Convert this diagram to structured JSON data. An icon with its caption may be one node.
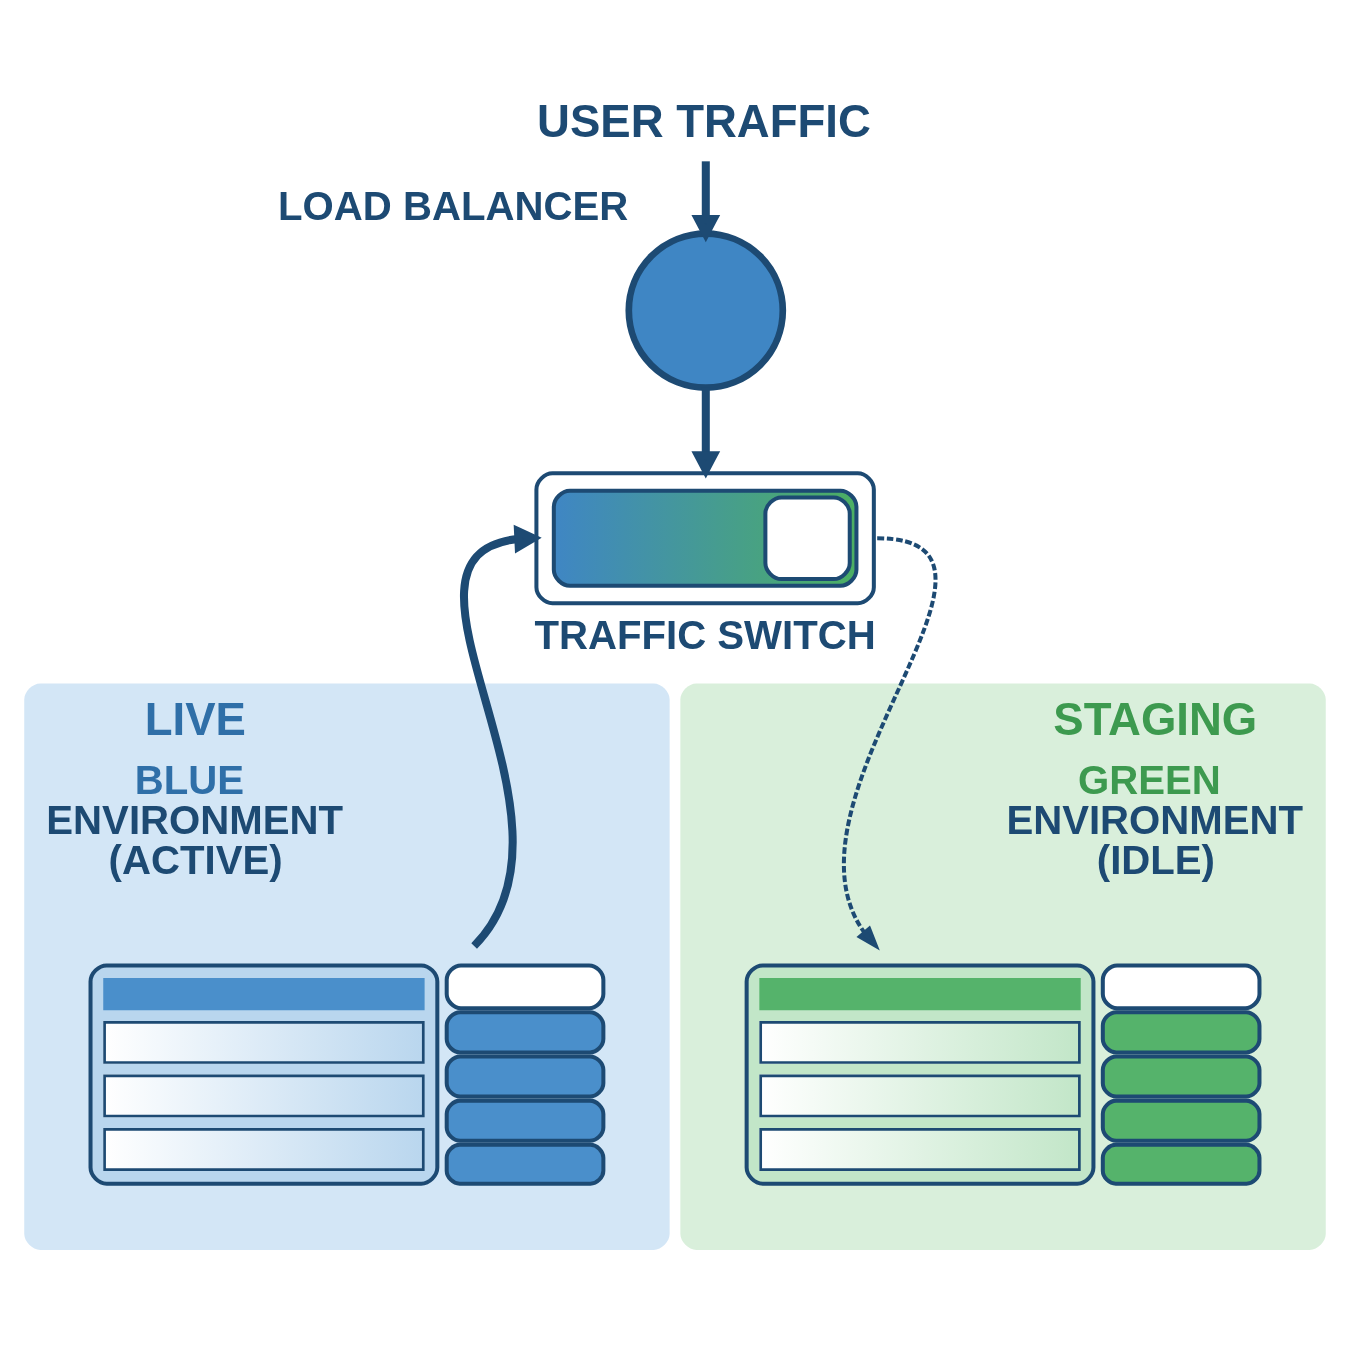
{
  "diagram": {
    "nodes": [
      {
        "text": [
          "USER TRAFFIC"
        ]
      },
      {
        "text": [],
        "shape": "circle",
        "beside": [
          "LOAD BALANCER"
        ]
      },
      {
        "text": [
          "LIVE",
          "BLUE ENVIRONMENT (ACTIVE)"
        ]
      },
      {
        "text": [
          "STAGING",
          "GREEN ENVIRONMENT (IDLE)"
        ]
      },
      {
        "text": [],
        "shape": "picture",
        "beside": [
          "TRAFFIC SWITCH"
        ]
      },
      {
        "text": [],
        "shape": "picture",
        "in": 2
      },
      {
        "text": [],
        "shape": "picture",
        "in": 3
      }
    ],
    "edges": [
      {
        "from": 0,
        "to": 1,
        "arrow": "to"
      },
      {
        "from": 1,
        "to": 4,
        "arrow": "to"
      },
      {
        "from": 5,
        "to": 4,
        "arrow": "to"
      },
      {
        "from": 4,
        "to": 6,
        "arrow": "to",
        "style": "dashed"
      }
    ]
  }
}
